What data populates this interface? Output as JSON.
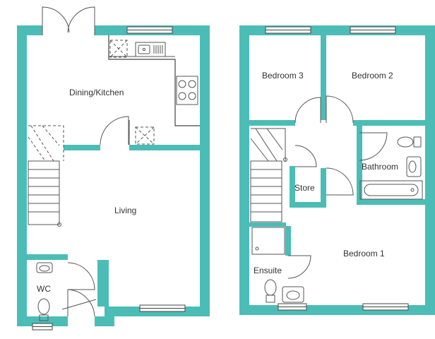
{
  "plan": {
    "ground_floor": {
      "rooms": {
        "dining_kitchen": "Dining/Kitchen",
        "living": "Living",
        "wc": "WC"
      }
    },
    "first_floor": {
      "rooms": {
        "bedroom_3": "Bedroom 3",
        "bedroom_2": "Bedroom 2",
        "bathroom": "Bathroom",
        "store": "Store",
        "ensuite": "Ensuite",
        "bedroom_1": "Bedroom 1"
      }
    }
  },
  "colors": {
    "wall": "#4bbdb6",
    "line": "#555555",
    "background": "#ffffff"
  }
}
